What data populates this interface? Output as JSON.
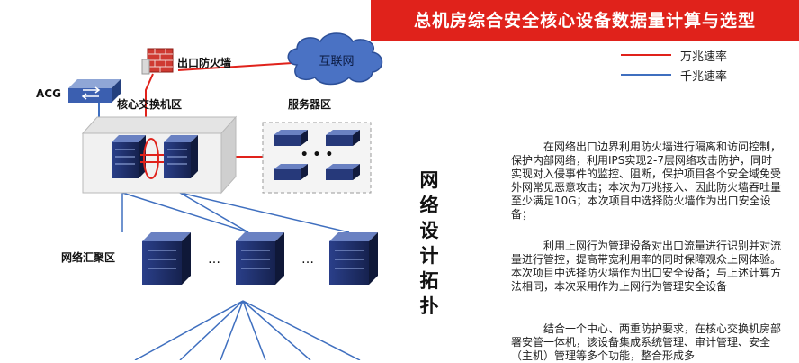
{
  "title": "总机房综合安全核心设备数据量计算与选型",
  "side_title_chars": [
    "网",
    "络",
    "设",
    "计",
    "拓",
    "扑"
  ],
  "legend": [
    {
      "label": "万兆速率",
      "color": "#e0221b"
    },
    {
      "label": "千兆速率",
      "color": "#3f6fbf"
    }
  ],
  "nodes": {
    "firewall": "出口防火墙",
    "internet": "互联网",
    "acg": "ACG",
    "core": "核心交换机区",
    "server": "服务器区",
    "aggregation": "网络汇聚区",
    "ellipsis": "…",
    "server_dots": "• • •"
  },
  "paragraphs": [
    "在网络出口边界利用防火墙进行隔离和访问控制，保护内部网络，利用IPS实现2-7层网络攻击防护，同时实现对入侵事件的监控、阻断，保护项目各个安全域免受外网常见恶意攻击；本次为万兆接入、因此防火墙吞吐量至少满足10G；本次项目中选择防火墙作为出口安全设备；",
    "利用上网行为管理设备对出口流量进行识别并对流量进行管控，提高带宽利用率的同时保障观众上网体验。本次项目中选择防火墙作为出口安全设备；与上述计算方法相同，本次采用作为上网行为管理安全设备",
    "结合一个中心、两重防护要求，在核心交换机房部署安管一体机，该设备集成系统管理、审计管理、安全（主机）管理等多个功能，整合形成多"
  ],
  "colors": {
    "accent_red": "#e0221b",
    "link_blue": "#3f6fbf",
    "device_navy": "#1f2f6b"
  }
}
